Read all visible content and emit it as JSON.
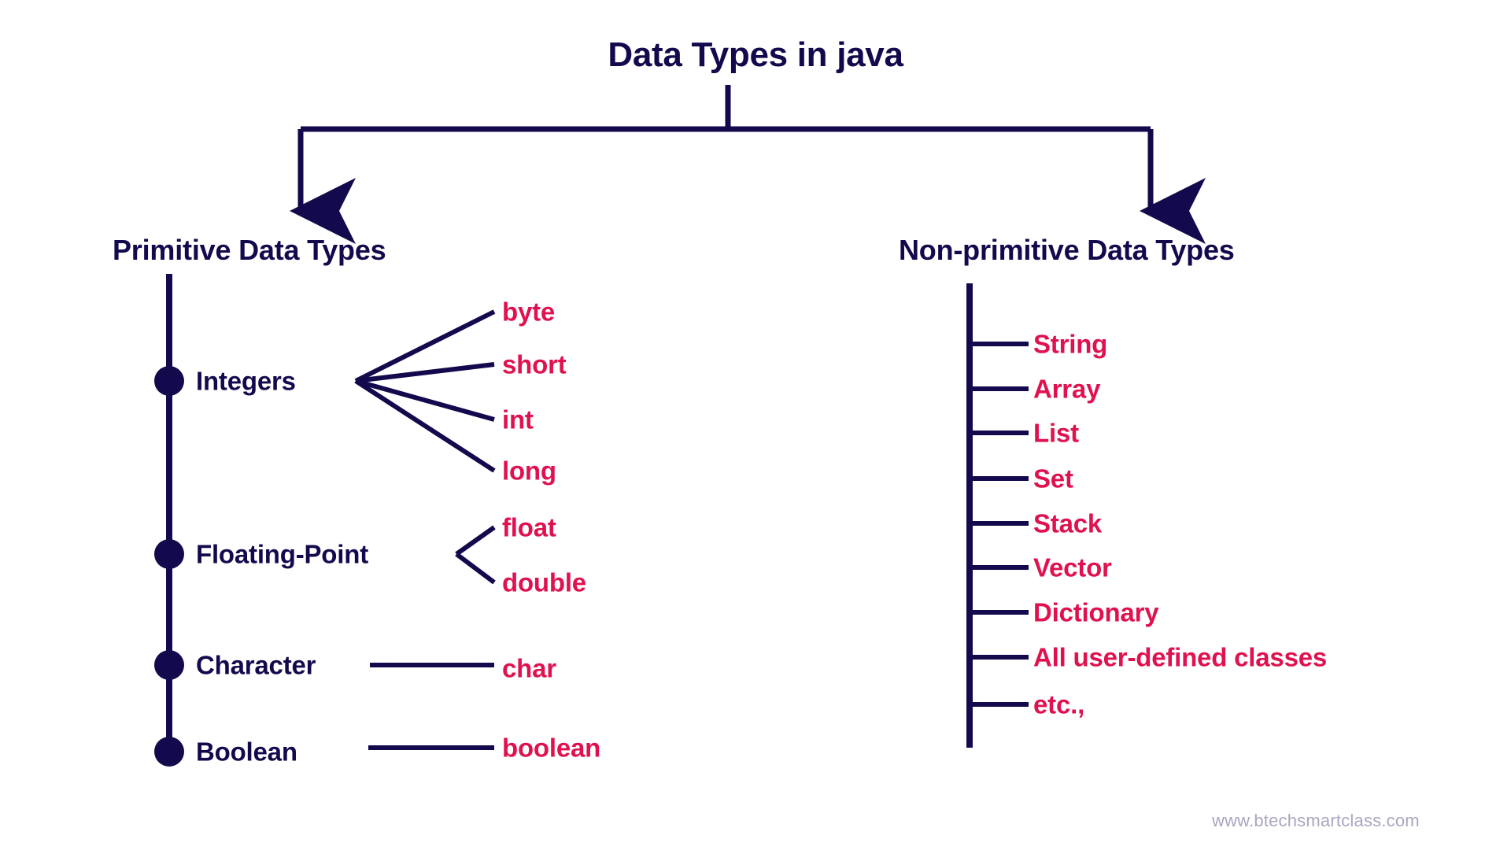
{
  "title": "Data Types in java",
  "colors": {
    "navy": "#130a4e",
    "crimson": "#e0114f",
    "watermark": "#a9a6c0",
    "background": "#ffffff"
  },
  "branches": {
    "primitive": {
      "heading": "Primitive Data Types",
      "categories": [
        {
          "label": "Integers",
          "types": [
            "byte",
            "short",
            "int",
            "long"
          ]
        },
        {
          "label": "Floating-Point",
          "types": [
            "float",
            "double"
          ]
        },
        {
          "label": "Character",
          "types": [
            "char"
          ]
        },
        {
          "label": "Boolean",
          "types": [
            "boolean"
          ]
        }
      ]
    },
    "nonprimitive": {
      "heading": "Non-primitive Data Types",
      "items": [
        "String",
        "Array",
        "List",
        "Set",
        "Stack",
        "Vector",
        "Dictionary",
        "All user-defined classes",
        "etc.,"
      ]
    }
  },
  "watermark": "www.btechsmartclass.com"
}
